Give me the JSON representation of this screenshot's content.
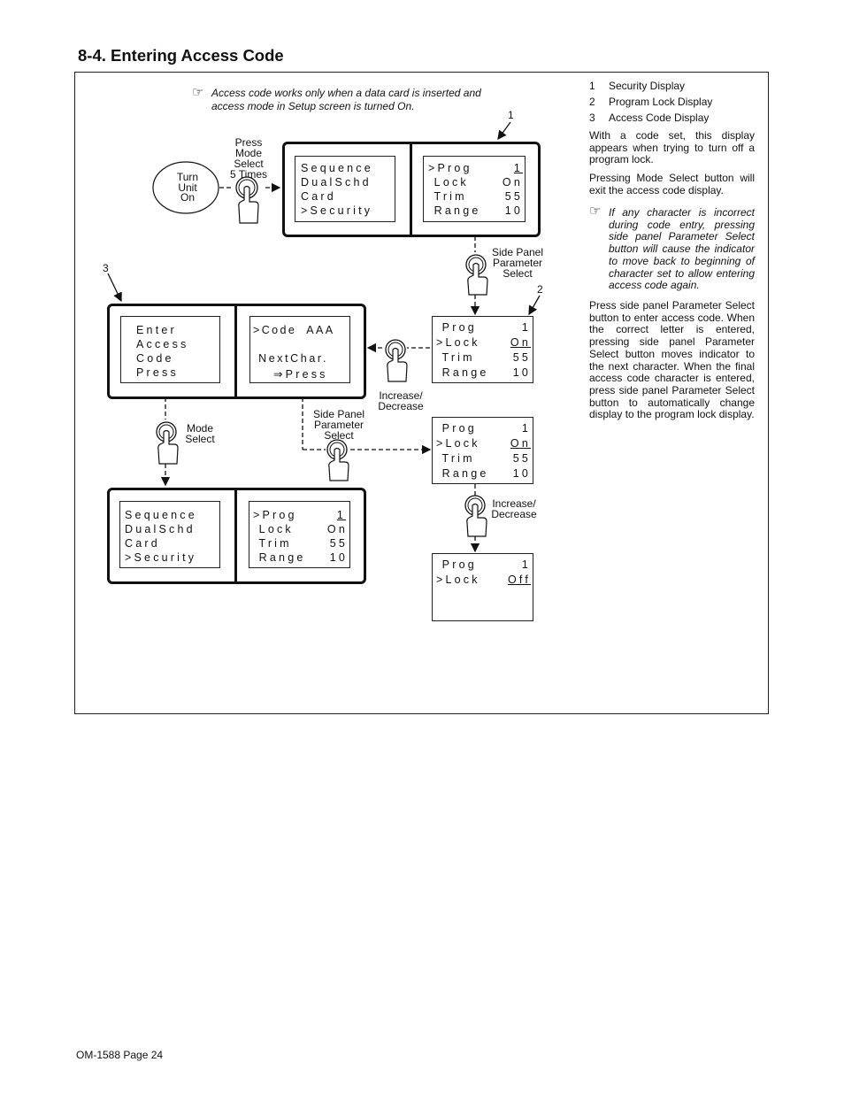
{
  "section_title": "8-4. Entering Access Code",
  "note_top": [
    "Access code works only when a data card is inserted and",
    "access mode in Setup screen is turned On."
  ],
  "labels": {
    "turn_unit_on": [
      "Turn",
      "Unit",
      "On"
    ],
    "press_mode_select": [
      "Press",
      "Mode",
      "Select",
      "5 Times"
    ],
    "side_panel_1": [
      "Side Panel",
      "Parameter",
      "Select"
    ],
    "side_panel_2": [
      "Side Panel",
      "Parameter",
      "Select"
    ],
    "increase_decrease_1": [
      "Increase/",
      "Decrease"
    ],
    "increase_decrease_2": [
      "Increase/",
      "Decrease"
    ],
    "mode_select": [
      "Mode",
      "Select"
    ],
    "callout_1": "1",
    "callout_2": "2",
    "callout_3": "3"
  },
  "displays": {
    "security_left": [
      "Sequence",
      "DualSchd",
      "Card",
      ">Security"
    ],
    "security_right": [
      {
        "label": ">Prog",
        "value": "1"
      },
      {
        "label": " Lock",
        "value": "On"
      },
      {
        "label": " Trim",
        "value": "55"
      },
      {
        "label": " Range",
        "value": "10"
      }
    ],
    "access_left": [
      "Enter",
      "Access",
      "Code",
      "Press"
    ],
    "access_right": [
      ">Code  AAA",
      "",
      " NextChar.",
      "⇒Press"
    ],
    "lock1": [
      {
        "label": " Prog",
        "value": "1"
      },
      {
        "label": ">Lock",
        "value": "On"
      },
      {
        "label": " Trim",
        "value": "55"
      },
      {
        "label": " Range",
        "value": "10"
      }
    ],
    "lock2": [
      {
        "label": " Prog",
        "value": "1"
      },
      {
        "label": ">Lock",
        "value": "On"
      },
      {
        "label": " Trim",
        "value": "55"
      },
      {
        "label": " Range",
        "value": "10"
      }
    ],
    "lock3": [
      {
        "label": " Prog",
        "value": "1"
      },
      {
        "label": ">Lock",
        "value": "Off"
      }
    ],
    "final_left": [
      "Sequence",
      "DualSchd",
      "Card",
      ">Security"
    ],
    "final_right": [
      {
        "label": ">Prog",
        "value": "1"
      },
      {
        "label": " Lock",
        "value": "On"
      },
      {
        "label": " Trim",
        "value": "55"
      },
      {
        "label": " Range",
        "value": "10"
      }
    ]
  },
  "legend": [
    {
      "num": "1",
      "text": "Security Display"
    },
    {
      "num": "2",
      "text": "Program Lock Display"
    },
    {
      "num": "3",
      "text": "Access Code Display"
    }
  ],
  "right_text": {
    "p1": "With a code set, this display appears when trying to turn off a program lock.",
    "p2": "Pressing Mode Select button will exit the access code display.",
    "note": "If any character is incorrect during code entry, pressing side panel Parameter Select button will cause the indicator to move back to beginning of character set to allow entering access code again.",
    "p3": "Press side panel Parameter Select button to enter access code. When the correct letter is entered, pressing side panel Parameter Select button moves indicator to the next character. When the final access code character is entered, press side panel Parameter Select button to automatically change display to the program lock display."
  },
  "footer": "OM-1588 Page 24"
}
